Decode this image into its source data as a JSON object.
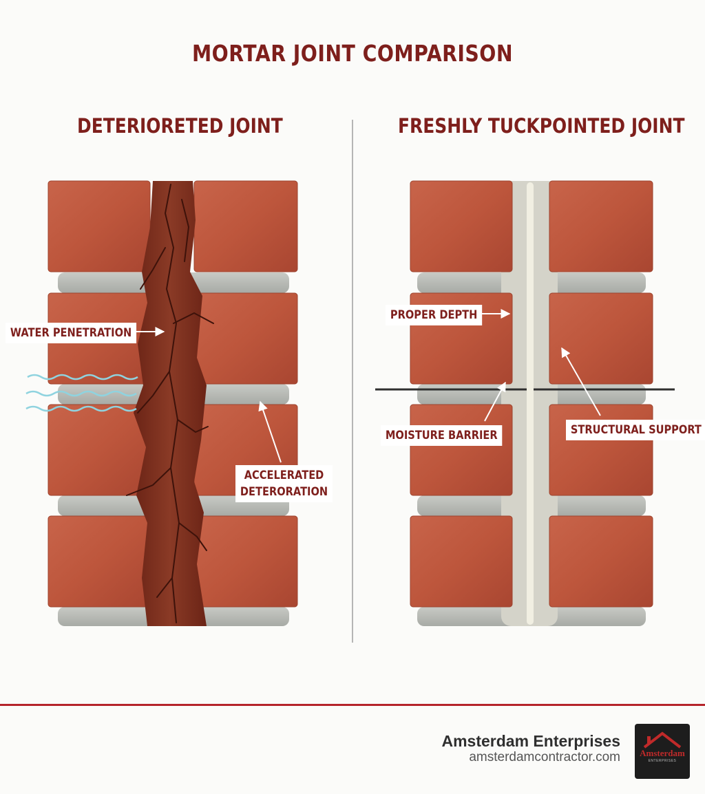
{
  "title": "MORTAR JOINT COMPARISON",
  "panels": {
    "left": {
      "heading": "DETERIORETED JOINT",
      "callouts": {
        "water_penetration": "WATER PENETRATION",
        "accelerated_line1": "ACCELERATED",
        "accelerated_line2": "DETERORATION"
      }
    },
    "right": {
      "heading": "FRESHLY TUCKPOINTED JOINT",
      "callouts": {
        "proper_depth": "PROPER DEPTH",
        "moisture_barrier": "MOISTURE BARRIER",
        "structural_support": "STRUCTURAL SUPPORT"
      }
    }
  },
  "footer": {
    "company": "Amsterdam Enterprises",
    "website": "amsterdamcontractor.com",
    "logo_text": "Amsterdam",
    "logo_subtext": "ENTERPRISES"
  },
  "colors": {
    "accent": "#7e1f1c",
    "footer_line": "#b5242a",
    "brick": "#c0593f",
    "mortar": "#b9bcb7",
    "fresh_mortar": "#d4d3c9",
    "damaged_joint": "#7a2e1f",
    "water": "#8fd3df"
  },
  "icons": {
    "water": "water-wave-icon",
    "logo": "house-roof-logo-icon"
  }
}
